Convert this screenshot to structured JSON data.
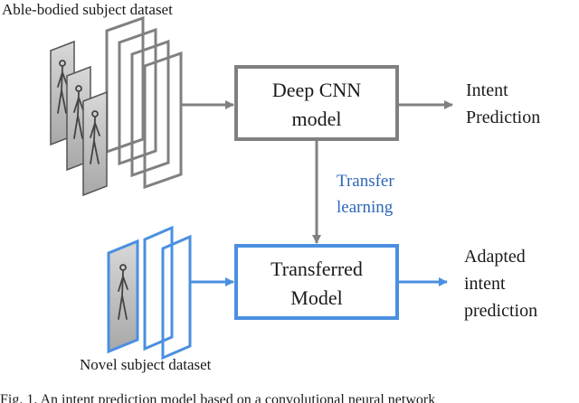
{
  "labels": {
    "source_dataset": "Able-bodied subject dataset",
    "novel_dataset": "Novel subject dataset",
    "cnn_line1": "Deep CNN",
    "cnn_line2": "model",
    "output1_line1": "Intent",
    "output1_line2": "Prediction",
    "transfer_line1": "Transfer",
    "transfer_line2": "learning",
    "transferred_line1": "Transferred",
    "transferred_line2": "Model",
    "output2_line1": "Adapted",
    "output2_line2": "intent",
    "output2_line3": "prediction",
    "caption": "Fig. 1. An intent prediction model based on a convolutional neural network"
  },
  "colors": {
    "gray": "#808080",
    "blue": "#4a8fe0",
    "text": "#1a1a1a",
    "accent_text": "#2e66b8"
  }
}
